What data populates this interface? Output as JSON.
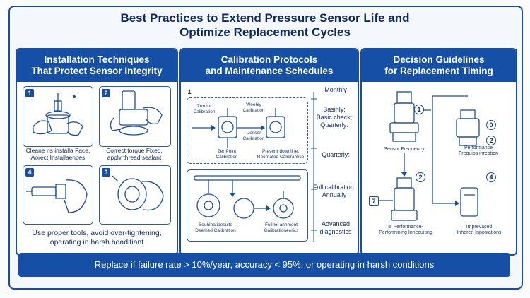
{
  "title": {
    "line1": "Best Practices to Extend Pressure Sensor Life and",
    "line2": "Optimize Replacement Cycles"
  },
  "panels": {
    "installation": {
      "heading_line1": "Installation Techniques",
      "heading_line2": "That Protect Sensor Integrity",
      "steps": [
        {
          "num": "1",
          "caption_line1": "Cleane ns installa Face,",
          "caption_line2": "Aorect Installaences"
        },
        {
          "num": "2",
          "caption_line1": "Correct torque Fixed,",
          "caption_line2": "apply thread sealant"
        },
        {
          "num": "4",
          "caption_line1": "",
          "caption_line2": ""
        },
        {
          "num": "3",
          "caption_line1": "",
          "caption_line2": ""
        }
      ],
      "note_line1": "Use proper tools, avoid over-tightening,",
      "note_line2": "operating in harsh headitiant"
    },
    "calibration": {
      "heading_line1": "Calibration Protocols",
      "heading_line2": "and Maintenance Schedules",
      "diagram_num": "1",
      "labels": {
        "zero_line1": "Zeroint",
        "zero_line2": "Calibration",
        "weekly_line1": "Weehly",
        "weekly_line2": "Calibration",
        "dosser_line1": "Dosser",
        "dosser_line2": "Calibration",
        "zp_line1": "Zer Point",
        "zp_line2": "Calibration",
        "prev_line1": "Prevenr downline,",
        "prev_line2": "Reornated Calibrantice",
        "sw_line1": "Souhlnatipesulte",
        "sw_line2": "Deemed Calibration",
        "full_line1": "Full lei annment",
        "full_line2": "Galibrationeerics"
      },
      "schedule": {
        "monthly": "Monthly",
        "basic_line1": "Basihly;",
        "basic_line2": "Basic check;",
        "basic_line3": "Quarterly:",
        "quarterly": "Quarterly:",
        "full_line1": "Full calibration;",
        "full_line2": "Annually",
        "adv_line1": "Advanced",
        "adv_line2": "diagnostics"
      }
    },
    "decision": {
      "heading_line1": "Decision Guidelines",
      "heading_line2": "for Replacement Timing",
      "badges": [
        "1",
        "0",
        "2",
        "2",
        "7",
        "4"
      ],
      "labels": {
        "freq": "Sensor Frequency",
        "perf_line1": "Performance",
        "perf_line2": "Frequips inreation",
        "isperf_line1": "Is Performance-",
        "isperf_line2": "Performining Innecuiting",
        "imp_line1": "Imprevaced",
        "imp_line2": "Inheren Inposiations"
      }
    }
  },
  "footer": "Replace if failure rate > 10%/year, accuracy < 95%, or operating in harsh conditions",
  "colors": {
    "primary": "#1650a6",
    "dark": "#0e2a5c",
    "line": "#1a4d9c"
  }
}
